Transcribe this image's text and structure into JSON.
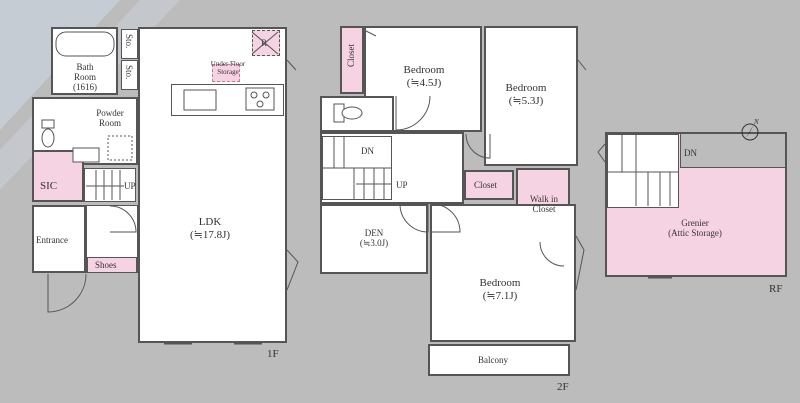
{
  "floor_1": {
    "label": "1F",
    "rooms": {
      "bath_room": [
        "Bath",
        "Room",
        "(1616)"
      ],
      "storage_1": "Sto.",
      "storage_2": "Sto.",
      "underfloor": [
        "Under Floor",
        "Storage"
      ],
      "powder_room": [
        "Powder",
        "Room"
      ],
      "sic": "SIC",
      "up": "UP",
      "entrance": "Entrance",
      "shoes": "Shoes",
      "ldk": [
        "LDK",
        "(≒17.8J)"
      ],
      "fridge": "R",
      "washer": "W"
    }
  },
  "floor_2": {
    "label": "2F",
    "rooms": {
      "closet_left": "Closet",
      "bedroom_1": [
        "Bedroom",
        "(≒4.5J)"
      ],
      "bedroom_2": [
        "Bedroom",
        "(≒5.3J)"
      ],
      "dn": "DN",
      "up": "UP",
      "closet_mid": "Closet",
      "walk_in_closet": [
        "Walk in",
        "Closet"
      ],
      "den": [
        "DEN",
        "(≒3.0J)"
      ],
      "bedroom_3": [
        "Bedroom",
        "(≒7.1J)"
      ],
      "balcony": "Balcony"
    }
  },
  "roof_floor": {
    "label": "RF",
    "rooms": {
      "dn": "DN",
      "grenier": [
        "Grenier",
        "(Attic Storage)"
      ]
    }
  },
  "compass": {
    "north": "N"
  },
  "colors": {
    "background": "#bcbcbc",
    "room": "#ffffff",
    "pink": "#f6d3e3",
    "wall": "#555555"
  }
}
